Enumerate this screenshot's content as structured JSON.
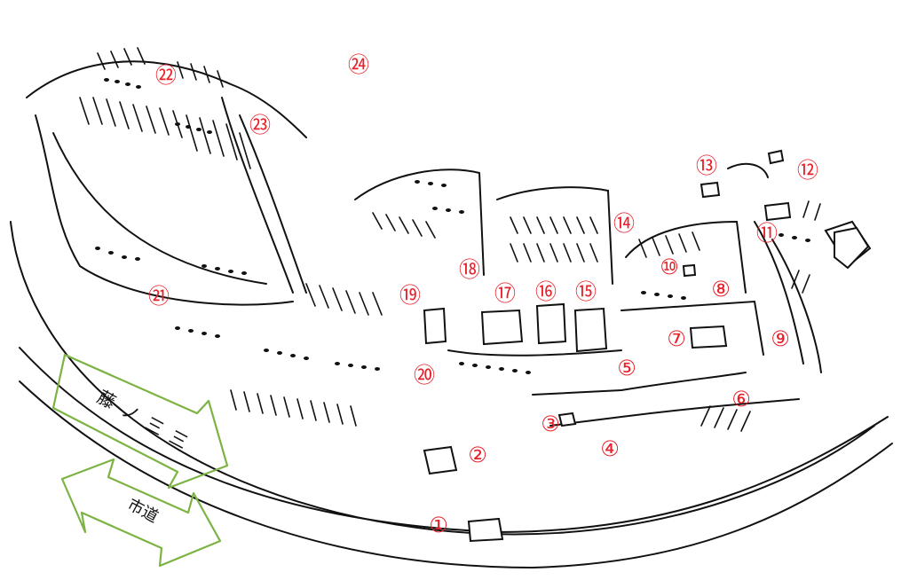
{
  "map": {
    "markers": [
      {
        "num": "1",
        "label": "①"
      },
      {
        "num": "2",
        "label": "②"
      },
      {
        "num": "3",
        "label": "③"
      },
      {
        "num": "4",
        "label": "④"
      },
      {
        "num": "5",
        "label": "⑤"
      },
      {
        "num": "6",
        "label": "⑥"
      },
      {
        "num": "7",
        "label": "⑦"
      },
      {
        "num": "8",
        "label": "⑧"
      },
      {
        "num": "9",
        "label": "⑨"
      },
      {
        "num": "10",
        "label": "⑩"
      },
      {
        "num": "11",
        "label": "⑪"
      },
      {
        "num": "12",
        "label": "⑫"
      },
      {
        "num": "13",
        "label": "⑬"
      },
      {
        "num": "14",
        "label": "⑭"
      },
      {
        "num": "15",
        "label": "⑮"
      },
      {
        "num": "16",
        "label": "⑯"
      },
      {
        "num": "17",
        "label": "⑰"
      },
      {
        "num": "18",
        "label": "⑱"
      },
      {
        "num": "19",
        "label": "⑲"
      },
      {
        "num": "20",
        "label": "⑳"
      },
      {
        "num": "21",
        "label": "㉑"
      },
      {
        "num": "22",
        "label": "㉒"
      },
      {
        "num": "23",
        "label": "㉓"
      },
      {
        "num": "24",
        "label": "㉔"
      }
    ],
    "arrows": {
      "upper_label": "藤ノ三三",
      "lower_label": "市道"
    },
    "colors": {
      "marker": "#e8202a",
      "arrow": "#7cb342",
      "ink": "#111111"
    }
  }
}
